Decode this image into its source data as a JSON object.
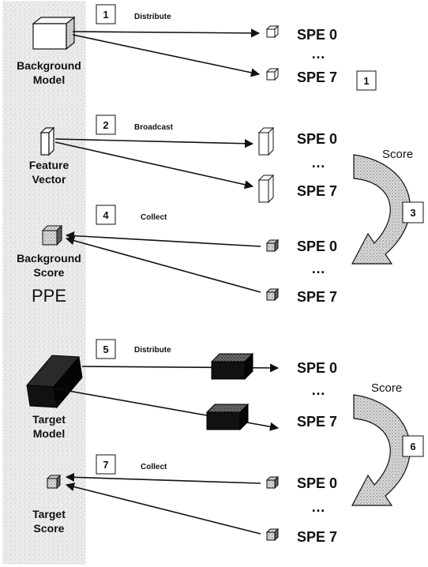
{
  "ppe_panel": {
    "background_model": [
      "Background",
      "Model"
    ],
    "feature_vector": [
      "Feature",
      "Vector"
    ],
    "background_score": [
      "Background",
      "Score"
    ],
    "ppe_label": "PPE",
    "target_model": [
      "Target",
      "Model"
    ],
    "target_score": [
      "Target",
      "Score"
    ]
  },
  "steps": {
    "s1": {
      "num": "1",
      "label": "Distribute"
    },
    "s2": {
      "num": "2",
      "label": "Broadcast"
    },
    "s4": {
      "num": "4",
      "label": "Collect"
    },
    "s5": {
      "num": "5",
      "label": "Distribute"
    },
    "s7": {
      "num": "7",
      "label": "Collect"
    }
  },
  "spe": {
    "first": "SPE 0",
    "last": "SPE 7",
    "ellipsis": "…"
  },
  "side_markers": {
    "m1": "1",
    "m3": "3",
    "m6": "6"
  },
  "score_label": "Score",
  "colors": {
    "panel_fill": "#e6e6e6",
    "arrow": "#111111",
    "dark_block": "#111111"
  }
}
